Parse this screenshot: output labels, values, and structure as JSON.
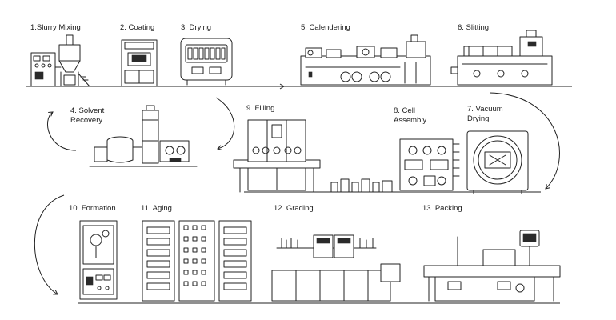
{
  "steps": [
    {
      "id": 1,
      "label": "1.Slurry Mixing"
    },
    {
      "id": 2,
      "label": "2. Coating"
    },
    {
      "id": 3,
      "label": "3. Drying"
    },
    {
      "id": 5,
      "label": "5. Calendering"
    },
    {
      "id": 6,
      "label": "6. Slitting"
    },
    {
      "id": 4,
      "label": "4. Solvent Recovery",
      "line1": "4. Solvent",
      "line2": "Recovery"
    },
    {
      "id": 9,
      "label": "9. Filling"
    },
    {
      "id": 8,
      "label": "8. Cell Assembly",
      "line1": "8. Cell",
      "line2": "Assembly"
    },
    {
      "id": 7,
      "label": "7. Vacuum Drying",
      "line1": "7. Vacuum",
      "line2": "Drying"
    },
    {
      "id": 10,
      "label": "10. Formation"
    },
    {
      "id": 11,
      "label": "11. Aging"
    },
    {
      "id": 12,
      "label": "12. Grading"
    },
    {
      "id": 13,
      "label": "13. Packing"
    }
  ]
}
